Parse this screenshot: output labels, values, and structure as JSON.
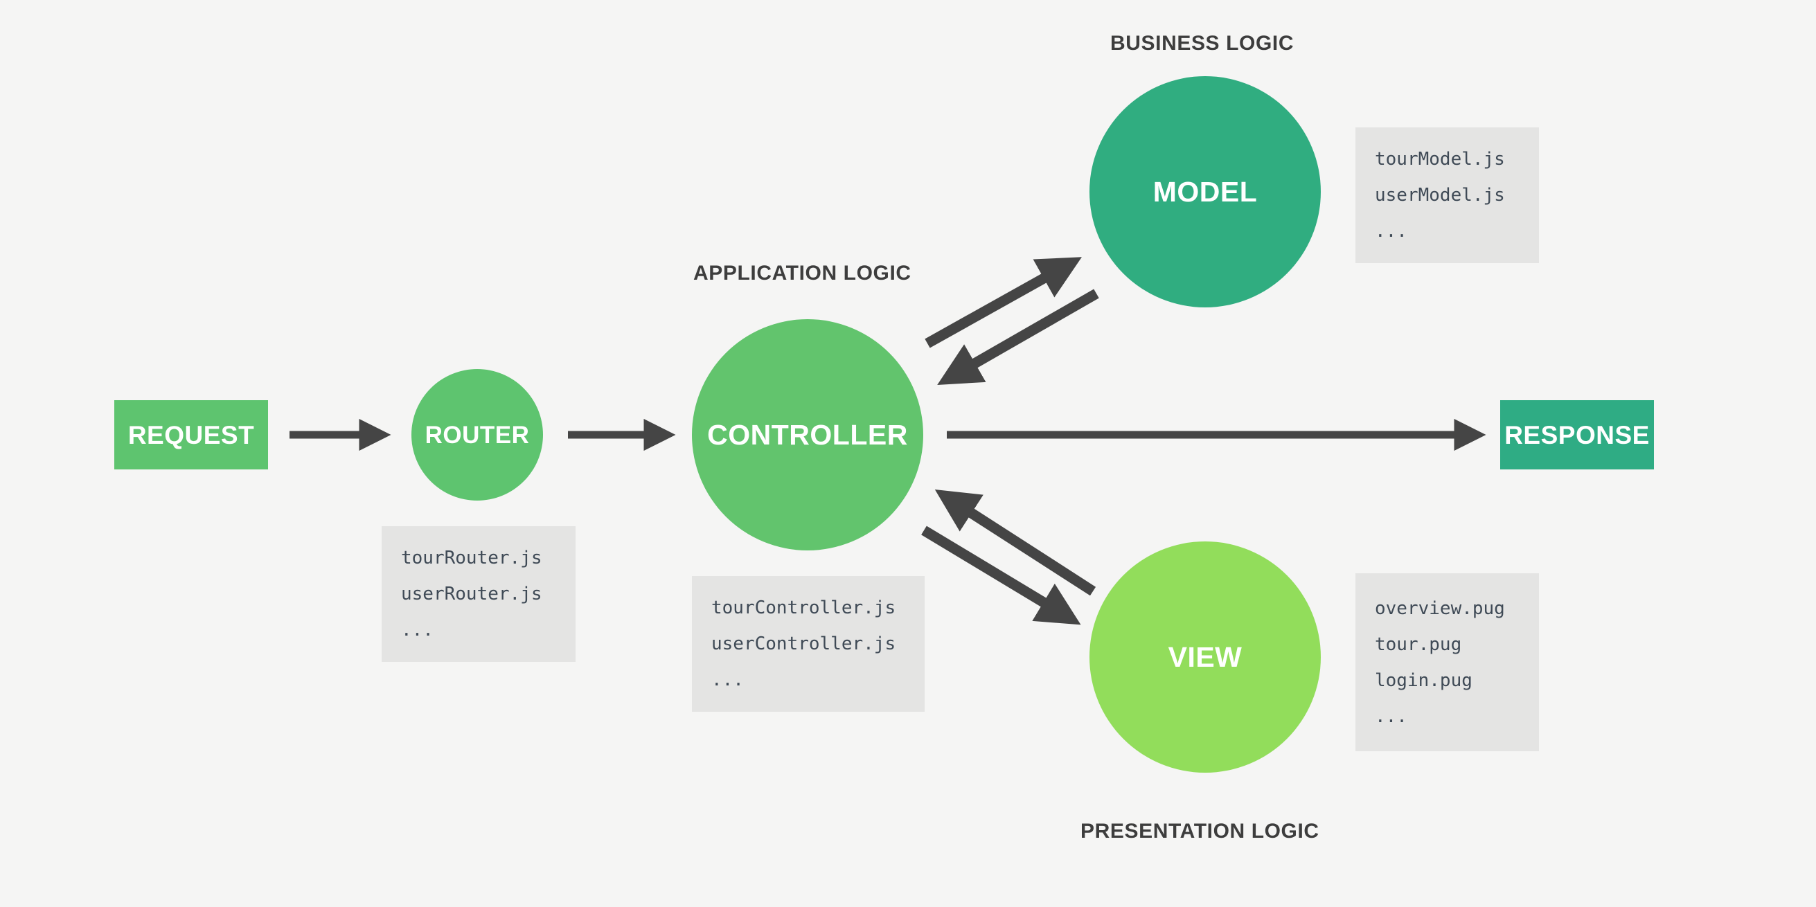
{
  "background_color": "#f5f5f4",
  "nodes": {
    "request": {
      "label": "REQUEST",
      "shape": "rectangle",
      "color": "#5ec46f"
    },
    "router": {
      "label": "ROUTER",
      "shape": "circle",
      "color": "#5ec46f"
    },
    "controller": {
      "label": "CONTROLLER",
      "shape": "circle",
      "color": "#62c46d"
    },
    "model": {
      "label": "MODEL",
      "shape": "circle",
      "color": "#30ad80"
    },
    "view": {
      "label": "VIEW",
      "shape": "circle",
      "color": "#92dd5b"
    },
    "response": {
      "label": "RESPONSE",
      "shape": "rectangle",
      "color": "#2fac84"
    }
  },
  "captions": {
    "business": "BUSINESS LOGIC",
    "application": "APPLICATION LOGIC",
    "presentation": "PRESENTATION LOGIC"
  },
  "fileboxes": {
    "router": {
      "lines": [
        "tourRouter.js",
        "userRouter.js",
        "..."
      ]
    },
    "controller": {
      "lines": [
        "tourController.js",
        "userController.js",
        "..."
      ]
    },
    "model": {
      "lines": [
        "tourModel.js",
        "userModel.js",
        "..."
      ]
    },
    "view": {
      "lines": [
        "overview.pug",
        "tour.pug",
        "login.pug",
        "..."
      ]
    }
  },
  "arrows": {
    "color": "#454545",
    "list": [
      {
        "name": "request-to-router",
        "from": "request",
        "to": "router",
        "direction": "right"
      },
      {
        "name": "router-to-controller",
        "from": "router",
        "to": "controller",
        "direction": "right"
      },
      {
        "name": "controller-to-model",
        "from": "controller",
        "to": "model",
        "direction": "up-right"
      },
      {
        "name": "model-to-controller",
        "from": "model",
        "to": "controller",
        "direction": "down-left"
      },
      {
        "name": "controller-to-view",
        "from": "controller",
        "to": "view",
        "direction": "down-right"
      },
      {
        "name": "view-to-controller",
        "from": "view",
        "to": "controller",
        "direction": "up-left"
      },
      {
        "name": "controller-to-response",
        "from": "controller",
        "to": "response",
        "direction": "right"
      }
    ]
  }
}
